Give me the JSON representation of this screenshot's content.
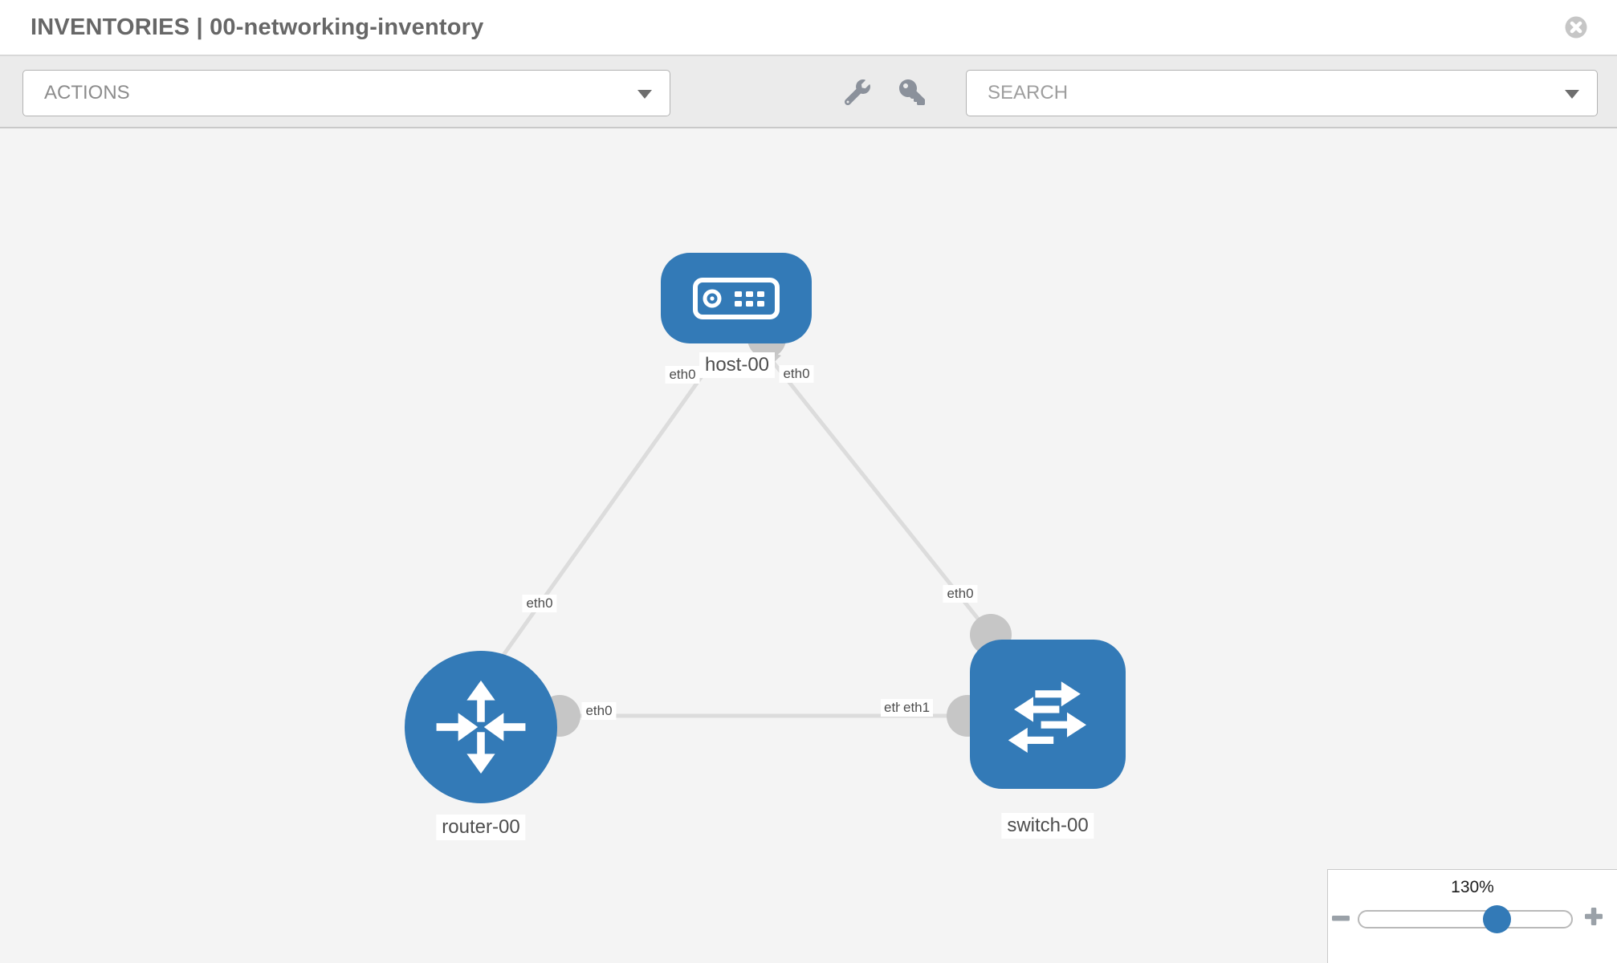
{
  "header": {
    "title": "INVENTORIES | 00-networking-inventory"
  },
  "toolbar": {
    "actions_label": "ACTIONS",
    "search_placeholder": "SEARCH",
    "tools": {
      "wrench": "configure-tool",
      "key": "credentials-tool"
    }
  },
  "topology": {
    "nodes": [
      {
        "id": "host-00",
        "type": "host",
        "label": "host-00"
      },
      {
        "id": "router-00",
        "type": "router",
        "label": "router-00"
      },
      {
        "id": "switch-00",
        "type": "switch",
        "label": "switch-00"
      }
    ],
    "links": [
      {
        "source": "host-00",
        "target": "router-00",
        "source_interface": "eth0",
        "target_interface": "eth0"
      },
      {
        "source": "host-00",
        "target": "switch-00",
        "source_interface": "eth0",
        "target_interface": "eth0"
      },
      {
        "source": "router-00",
        "target": "switch-00",
        "source_interface": "eth0",
        "target_interface": "eth1"
      }
    ],
    "port_labels": {
      "host_router_at_host": "eth0",
      "host_router_at_router": "eth0",
      "host_switch_at_host": "eth0",
      "host_switch_at_switch": "eth0",
      "router_switch_at_router": "eth0",
      "router_switch_at_switch_back": "eth0",
      "router_switch_at_switch_front": "eth1"
    }
  },
  "zoom_control": {
    "level": "130%",
    "thumb_position_pct": 64.5
  },
  "colors": {
    "node_blue": "#337ab7",
    "link_gray": "#dcdcdc",
    "connector_gray": "#c6c6c6",
    "toolbar_bg": "#ebebeb",
    "canvas_bg": "#f4f4f4"
  }
}
